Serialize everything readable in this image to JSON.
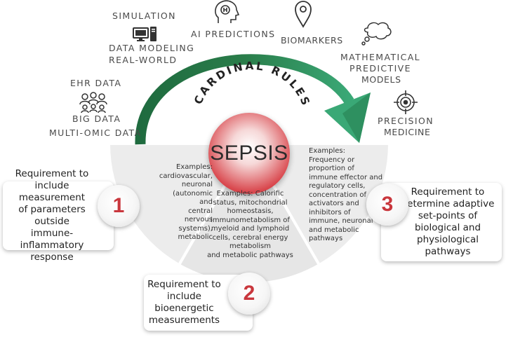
{
  "header": {
    "title": "CARDINAL RULES",
    "center_label": "SEPSIS"
  },
  "data_sources": {
    "simulation": "SIMULATION",
    "data_modeling": "DATA MODELING",
    "real_world": "REAL-WORLD",
    "ai_predictions": "AI PREDICTIONS",
    "biomarkers": "BIOMARKERS",
    "math_line1": "MATHEMATICAL",
    "math_line2": "PREDICTIVE",
    "math_line3": "MODELS",
    "precision_line1": "PRECISION",
    "precision_line2": "MEDICINE",
    "ehr_data": "EHR DATA",
    "big_data": "BIG DATA",
    "multi_omic": "MULTI-OMIC DATA"
  },
  "icons": [
    "computer-icon",
    "brain-head-icon",
    "location-pin-icon",
    "thought-bubble-icon",
    "people-network-icon",
    "target-icon"
  ],
  "colors": {
    "accent_green": "#2e9e6a",
    "number_red": "#c9373d",
    "sepsis_red": "#d9484e",
    "segment_gray": "#e9e9e9"
  },
  "rules": [
    {
      "number": "1",
      "requirement": [
        "Requirement to",
        "include measurement",
        "of parameters outside",
        "immune-inflammatory",
        "response"
      ],
      "examples": [
        "Examples:",
        "cardiovascular,",
        "neuronal",
        "(autonomic and",
        "central nervous",
        "systems),",
        "metabolic"
      ]
    },
    {
      "number": "2",
      "requirement": [
        "Requirement to",
        "include",
        "bioenergetic",
        "measurements"
      ],
      "examples": [
        "Examples: Calorific",
        "status, mitochondrial",
        "homeostasis,",
        "immunometabolism of",
        "myeloid and lymphoid",
        "cells, cerebral energy",
        "metabolism",
        "and metabolic pathways"
      ]
    },
    {
      "number": "3",
      "requirement": [
        "Requirement to",
        "determine adaptive",
        "set-points of",
        "biological and",
        "physiological",
        "pathways"
      ],
      "examples": [
        "Examples:",
        "Frequency or",
        "proportion of",
        "immune effector and",
        "regulatory cells,",
        "concentration of",
        "activators and",
        "inhibitors of",
        "immune, neuronal",
        "and metabolic",
        "pathways"
      ]
    }
  ]
}
